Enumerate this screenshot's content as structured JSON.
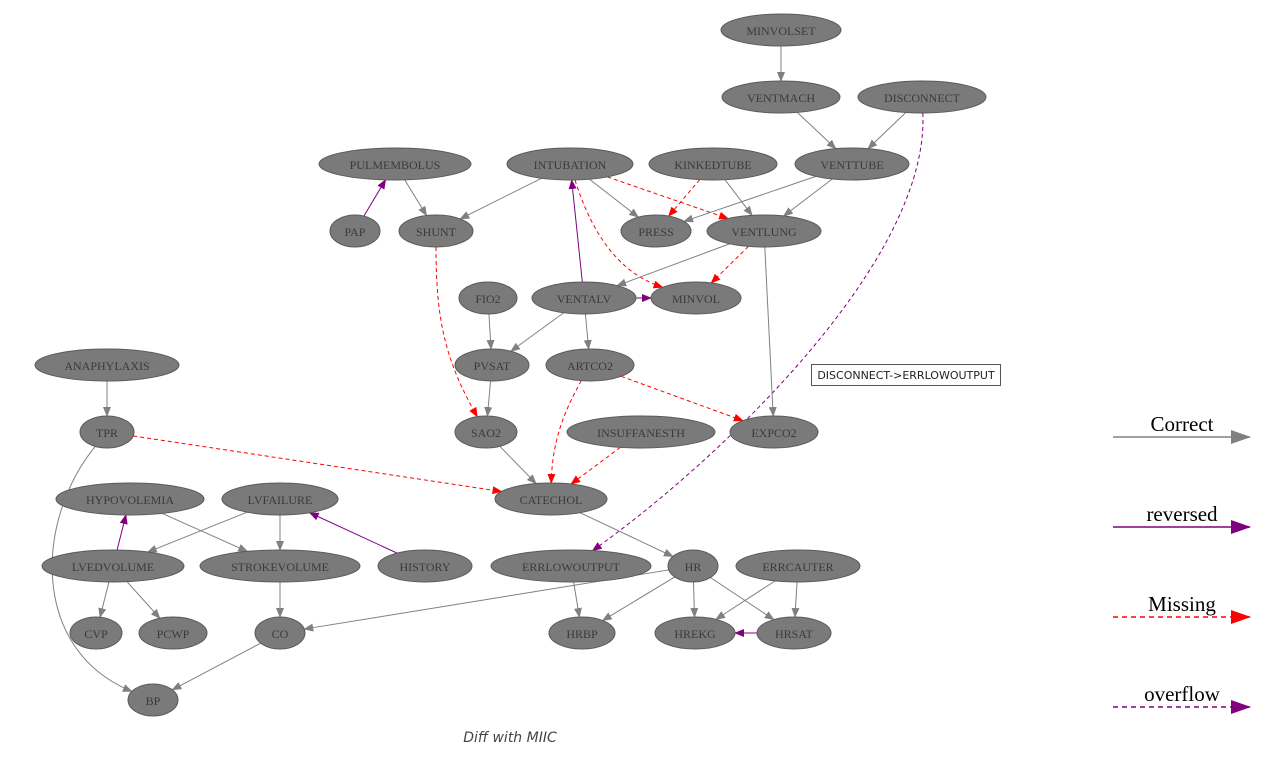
{
  "caption": "Diff with MIIC",
  "tooltip": "DISCONNECT->ERRLOWOUTPUT",
  "legend": [
    {
      "label": "Correct",
      "color": "#808080",
      "dashed": false
    },
    {
      "label": "reversed",
      "color": "#800080",
      "dashed": false
    },
    {
      "label": "Missing",
      "color": "#ff0000",
      "dashed": true
    },
    {
      "label": "overflow",
      "color": "#800080",
      "dashed": true
    }
  ],
  "nodes": [
    {
      "id": "MINVOLSET",
      "label": "MINVOLSET"
    },
    {
      "id": "VENTMACH",
      "label": "VENTMACH"
    },
    {
      "id": "DISCONNECT",
      "label": "DISCONNECT"
    },
    {
      "id": "PULMEMBOLUS",
      "label": "PULMEMBOLUS"
    },
    {
      "id": "INTUBATION",
      "label": "INTUBATION"
    },
    {
      "id": "KINKEDTUBE",
      "label": "KINKEDTUBE"
    },
    {
      "id": "VENTTUBE",
      "label": "VENTTUBE"
    },
    {
      "id": "PAP",
      "label": "PAP"
    },
    {
      "id": "SHUNT",
      "label": "SHUNT"
    },
    {
      "id": "PRESS",
      "label": "PRESS"
    },
    {
      "id": "VENTLUNG",
      "label": "VENTLUNG"
    },
    {
      "id": "FIO2",
      "label": "FIO2"
    },
    {
      "id": "VENTALV",
      "label": "VENTALV"
    },
    {
      "id": "MINVOL",
      "label": "MINVOL"
    },
    {
      "id": "ANAPHYLAXIS",
      "label": "ANAPHYLAXIS"
    },
    {
      "id": "PVSAT",
      "label": "PVSAT"
    },
    {
      "id": "ARTCO2",
      "label": "ARTCO2"
    },
    {
      "id": "TPR",
      "label": "TPR"
    },
    {
      "id": "SAO2",
      "label": "SAO2"
    },
    {
      "id": "INSUFFANESTH",
      "label": "INSUFFANESTH"
    },
    {
      "id": "EXPCO2",
      "label": "EXPCO2"
    },
    {
      "id": "HYPOVOLEMIA",
      "label": "HYPOVOLEMIA"
    },
    {
      "id": "LVFAILURE",
      "label": "LVFAILURE"
    },
    {
      "id": "CATECHOL",
      "label": "CATECHOL"
    },
    {
      "id": "LVEDVOLUME",
      "label": "LVEDVOLUME"
    },
    {
      "id": "STROKEVOLUME",
      "label": "STROKEVOLUME"
    },
    {
      "id": "HISTORY",
      "label": "HISTORY"
    },
    {
      "id": "ERRLOWOUTPUT",
      "label": "ERRLOWOUTPUT"
    },
    {
      "id": "HR",
      "label": "HR"
    },
    {
      "id": "ERRCAUTER",
      "label": "ERRCAUTER"
    },
    {
      "id": "CVP",
      "label": "CVP"
    },
    {
      "id": "PCWP",
      "label": "PCWP"
    },
    {
      "id": "CO",
      "label": "CO"
    },
    {
      "id": "HRBP",
      "label": "HRBP"
    },
    {
      "id": "HREKG",
      "label": "HREKG"
    },
    {
      "id": "HRSAT",
      "label": "HRSAT"
    },
    {
      "id": "BP",
      "label": "BP"
    }
  ],
  "edges": [
    {
      "from": "MINVOLSET",
      "to": "VENTMACH",
      "type": "correct"
    },
    {
      "from": "VENTMACH",
      "to": "VENTTUBE",
      "type": "correct"
    },
    {
      "from": "DISCONNECT",
      "to": "VENTTUBE",
      "type": "correct"
    },
    {
      "from": "DISCONNECT",
      "to": "ERRLOWOUTPUT",
      "type": "overflow"
    },
    {
      "from": "PAP",
      "to": "PULMEMBOLUS",
      "type": "reversed"
    },
    {
      "from": "PULMEMBOLUS",
      "to": "SHUNT",
      "type": "correct"
    },
    {
      "from": "INTUBATION",
      "to": "SHUNT",
      "type": "correct"
    },
    {
      "from": "INTUBATION",
      "to": "PRESS",
      "type": "correct"
    },
    {
      "from": "INTUBATION",
      "to": "VENTLUNG",
      "type": "missing"
    },
    {
      "from": "INTUBATION",
      "to": "MINVOL",
      "type": "missing"
    },
    {
      "from": "KINKEDTUBE",
      "to": "PRESS",
      "type": "missing"
    },
    {
      "from": "KINKEDTUBE",
      "to": "VENTLUNG",
      "type": "correct"
    },
    {
      "from": "VENTTUBE",
      "to": "PRESS",
      "type": "correct"
    },
    {
      "from": "VENTTUBE",
      "to": "VENTLUNG",
      "type": "correct"
    },
    {
      "from": "VENTLUNG",
      "to": "VENTALV",
      "type": "correct"
    },
    {
      "from": "VENTLUNG",
      "to": "MINVOL",
      "type": "missing"
    },
    {
      "from": "VENTLUNG",
      "to": "EXPCO2",
      "type": "correct"
    },
    {
      "from": "VENTALV",
      "to": "INTUBATION",
      "type": "reversed"
    },
    {
      "from": "VENTALV",
      "to": "MINVOL",
      "type": "reversed"
    },
    {
      "from": "SHUNT",
      "to": "SAO2",
      "type": "missing"
    },
    {
      "from": "FIO2",
      "to": "PVSAT",
      "type": "correct"
    },
    {
      "from": "VENTALV",
      "to": "PVSAT",
      "type": "correct"
    },
    {
      "from": "VENTALV",
      "to": "ARTCO2",
      "type": "correct"
    },
    {
      "from": "PVSAT",
      "to": "SAO2",
      "type": "correct"
    },
    {
      "from": "ARTCO2",
      "to": "EXPCO2",
      "type": "missing"
    },
    {
      "from": "ARTCO2",
      "to": "CATECHOL",
      "type": "missing"
    },
    {
      "from": "ANAPHYLAXIS",
      "to": "TPR",
      "type": "correct"
    },
    {
      "from": "TPR",
      "to": "CATECHOL",
      "type": "missing"
    },
    {
      "from": "TPR",
      "to": "BP",
      "type": "correct"
    },
    {
      "from": "SAO2",
      "to": "CATECHOL",
      "type": "correct"
    },
    {
      "from": "INSUFFANESTH",
      "to": "CATECHOL",
      "type": "missing"
    },
    {
      "from": "CATECHOL",
      "to": "HR",
      "type": "correct"
    },
    {
      "from": "LVEDVOLUME",
      "to": "HYPOVOLEMIA",
      "type": "reversed"
    },
    {
      "from": "HYPOVOLEMIA",
      "to": "STROKEVOLUME",
      "type": "correct"
    },
    {
      "from": "LVFAILURE",
      "to": "LVEDVOLUME",
      "type": "correct"
    },
    {
      "from": "LVFAILURE",
      "to": "STROKEVOLUME",
      "type": "correct"
    },
    {
      "from": "HISTORY",
      "to": "LVFAILURE",
      "type": "reversed"
    },
    {
      "from": "LVEDVOLUME",
      "to": "CVP",
      "type": "correct"
    },
    {
      "from": "LVEDVOLUME",
      "to": "PCWP",
      "type": "correct"
    },
    {
      "from": "STROKEVOLUME",
      "to": "CO",
      "type": "correct"
    },
    {
      "from": "HR",
      "to": "CO",
      "type": "correct"
    },
    {
      "from": "HR",
      "to": "HRBP",
      "type": "correct"
    },
    {
      "from": "HR",
      "to": "HREKG",
      "type": "correct"
    },
    {
      "from": "HR",
      "to": "HRSAT",
      "type": "correct"
    },
    {
      "from": "ERRLOWOUTPUT",
      "to": "HRBP",
      "type": "correct"
    },
    {
      "from": "ERRCAUTER",
      "to": "HREKG",
      "type": "correct"
    },
    {
      "from": "ERRCAUTER",
      "to": "HRSAT",
      "type": "correct"
    },
    {
      "from": "HRSAT",
      "to": "HREKG",
      "type": "reversed"
    },
    {
      "from": "CO",
      "to": "BP",
      "type": "correct"
    }
  ]
}
